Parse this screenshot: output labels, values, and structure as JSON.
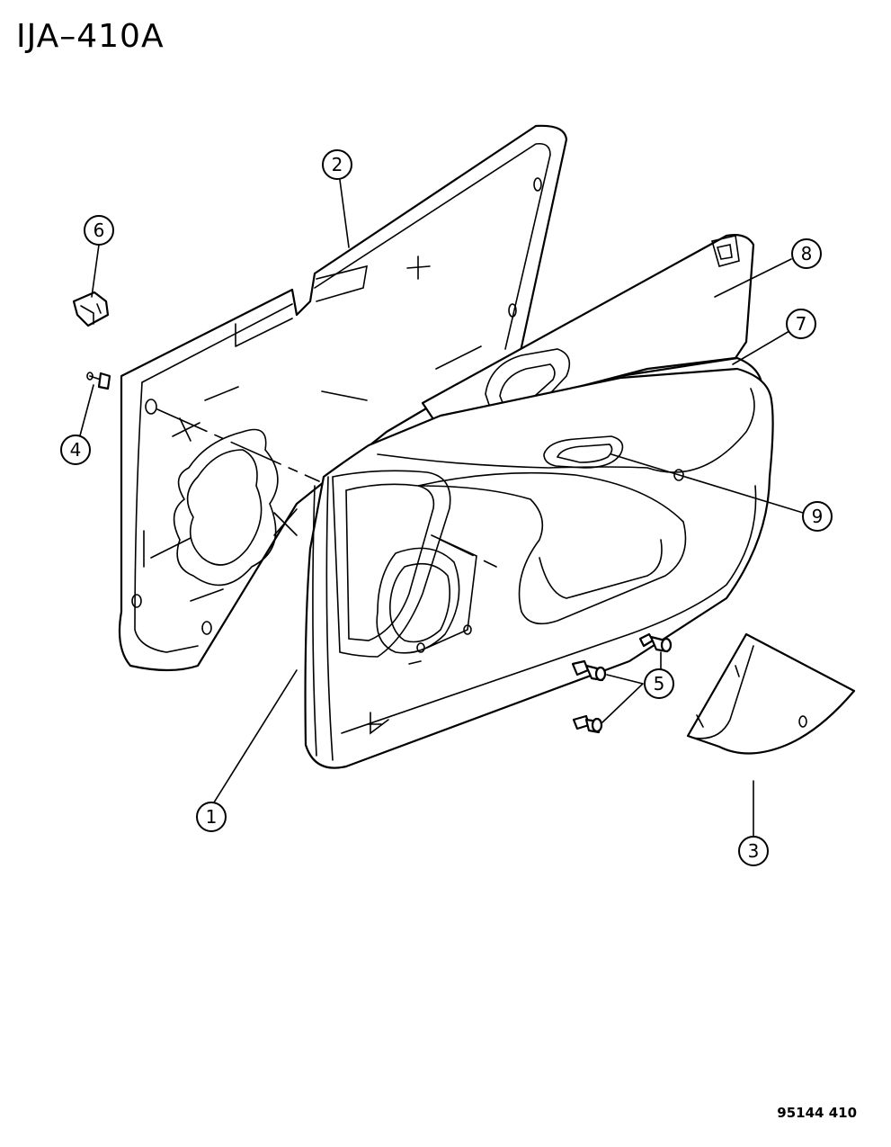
{
  "diagram_id": "IJA–410A",
  "drawing_number": "95144  410",
  "callouts": [
    {
      "label": "1"
    },
    {
      "label": "2"
    },
    {
      "label": "3"
    },
    {
      "label": "4"
    },
    {
      "label": "5"
    },
    {
      "label": "6"
    },
    {
      "label": "7"
    },
    {
      "label": "8"
    },
    {
      "label": "9"
    }
  ]
}
